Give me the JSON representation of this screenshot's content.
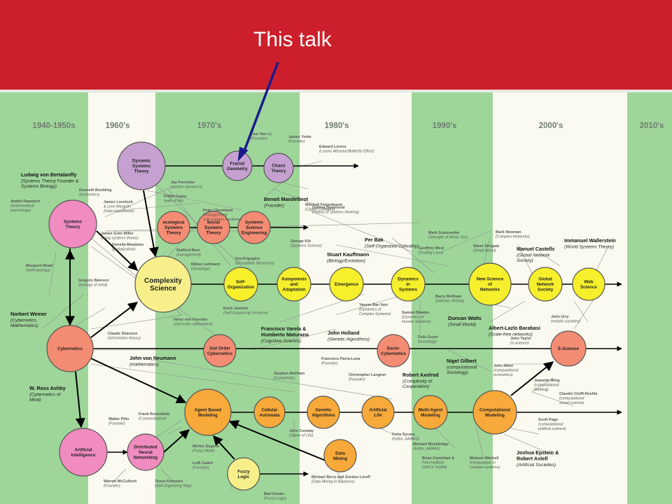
{
  "banner": {
    "title": "This talk",
    "color": "#cc1f2b"
  },
  "colors": {
    "band_green": "#9ed69a",
    "band_cream": "#fbfaf0",
    "arrow_blue": "#1a1a8c",
    "node_purple": "#c5a0d0",
    "node_pink": "#f08cc0",
    "node_salmon": "#f48c74",
    "node_yellow": "#f6ef2c",
    "node_orange": "#f7a93a",
    "node_pale_yellow": "#f7f08a",
    "era_text": "#6f7d6f"
  },
  "eras": [
    "1940-1950s",
    "1960's",
    "1970's",
    "1980's",
    "1990's",
    "2000's",
    "2010's"
  ],
  "nodes": [
    {
      "id": "dyn",
      "lines": [
        "Dynamic",
        "Systems",
        "Theory"
      ],
      "color": "node_purple"
    },
    {
      "id": "fractal",
      "lines": [
        "Fractal",
        "Geometry"
      ],
      "color": "node_purple"
    },
    {
      "id": "chaos",
      "lines": [
        "Chaos",
        "Theory"
      ],
      "color": "node_purple"
    },
    {
      "id": "systems",
      "lines": [
        "Systems",
        "Theory"
      ],
      "color": "node_pink"
    },
    {
      "id": "eco",
      "lines": [
        "ecological",
        "Systems",
        "Theory"
      ],
      "color": "node_salmon"
    },
    {
      "id": "social",
      "lines": [
        "Social",
        "Systems",
        "Theory"
      ],
      "color": "node_salmon"
    },
    {
      "id": "sse",
      "lines": [
        "Systems",
        "Science",
        "Engineering"
      ],
      "color": "node_salmon"
    },
    {
      "id": "complexity",
      "lines": [
        "Complexity",
        "Science"
      ],
      "color": "node_pale_yellow"
    },
    {
      "id": "selforg",
      "lines": [
        "Self-",
        "Organization"
      ],
      "color": "node_yellow"
    },
    {
      "id": "autopoiesis",
      "lines": [
        "Autopoiesis",
        "and",
        "Adaptation"
      ],
      "color": "node_yellow"
    },
    {
      "id": "emergence",
      "lines": [
        "Emergence"
      ],
      "color": "node_yellow"
    },
    {
      "id": "dynsys",
      "lines": [
        "Dynamics",
        "in",
        "Systems"
      ],
      "color": "node_yellow"
    },
    {
      "id": "netsci",
      "lines": [
        "New Science",
        "of",
        "Networks"
      ],
      "color": "node_yellow"
    },
    {
      "id": "globalnet",
      "lines": [
        "Global",
        "Network",
        "Society"
      ],
      "color": "node_yellow"
    },
    {
      "id": "web",
      "lines": [
        "Web",
        "Science"
      ],
      "color": "node_yellow"
    },
    {
      "id": "cyber",
      "lines": [
        "Cybernetics"
      ],
      "color": "node_salmon"
    },
    {
      "id": "cyber2",
      "lines": [
        "2nd Order",
        "Cybernetics"
      ],
      "color": "node_salmon"
    },
    {
      "id": "sociocyber",
      "lines": [
        "Socio-",
        "Cybernetics"
      ],
      "color": "node_salmon"
    },
    {
      "id": "escience",
      "lines": [
        "E-Science"
      ],
      "color": "node_salmon"
    },
    {
      "id": "abm",
      "lines": [
        "Agent Based",
        "Modeling"
      ],
      "color": "node_orange"
    },
    {
      "id": "ca",
      "lines": [
        "Cellular",
        "Automata"
      ],
      "color": "node_orange"
    },
    {
      "id": "ga",
      "lines": [
        "Genetic",
        "Algorithms"
      ],
      "color": "node_orange"
    },
    {
      "id": "al",
      "lines": [
        "Artificial",
        "Life"
      ],
      "color": "node_orange"
    },
    {
      "id": "mam",
      "lines": [
        "Multi-Agent",
        "Modeling"
      ],
      "color": "node_orange"
    },
    {
      "id": "cm",
      "lines": [
        "Computational",
        "Modeling"
      ],
      "color": "node_orange"
    },
    {
      "id": "ai",
      "lines": [
        "Artificial",
        "Intelligence"
      ],
      "color": "node_pink"
    },
    {
      "id": "dnn",
      "lines": [
        "Distributed",
        "Neural",
        "Networking"
      ],
      "color": "node_pink"
    },
    {
      "id": "fuzzy",
      "lines": [
        "Fuzzy",
        "Logic"
      ],
      "color": "node_pale_yellow"
    },
    {
      "id": "dm",
      "lines": [
        "Data",
        "Mining"
      ],
      "color": "node_orange"
    }
  ],
  "people": [
    {
      "id": "tyli",
      "name": "Tien Yien Li",
      "role": "(Founder)"
    },
    {
      "id": "yorke",
      "name": "James Yorke",
      "role": "(Founder)"
    },
    {
      "id": "lorenz",
      "name": "Edward Lorenz",
      "role": "(Lorenz Attractor/Butterfly Effect)"
    },
    {
      "id": "feig",
      "name": "Mitchell Feigenbaum",
      "role": "(Chaos Constant)"
    },
    {
      "id": "boulding",
      "name": "Kenneth Boulding",
      "role": "(economics)"
    },
    {
      "id": "lovelock",
      "name": "James Lovelock",
      "role": "& Lynn Margulin",
      "role2": "(Gaia Hypothesis)"
    },
    {
      "id": "forrester",
      "name": "Jay Forrester",
      "role": "(system dynamics)"
    },
    {
      "id": "capra",
      "name": "Fritjof Capra",
      "role": "(web of life)"
    },
    {
      "id": "checkland",
      "name": "Peter Checkland",
      "role": "(management/",
      "role2": "soft systems modeling)"
    },
    {
      "id": "rapoport",
      "name": "Anatol Rapoport",
      "role": "(mathematical",
      "role2": "psychology)"
    },
    {
      "id": "miller",
      "name": "James Grier Miller",
      "role": "(living systems theory)"
    },
    {
      "id": "meadows",
      "name": "Donella Meadows",
      "role": "(globalization)"
    },
    {
      "id": "beer",
      "name": "Stafford Beer",
      "role": "(management)"
    },
    {
      "id": "luhmann",
      "name": "Niklas Luhmann",
      "role": "(Sociology)"
    },
    {
      "id": "hammond",
      "name": "Debora Hammond",
      "role": "(history of systems thinking)"
    },
    {
      "id": "klir",
      "name": "George Klir",
      "role": "(Systems Science)"
    },
    {
      "id": "prigogine",
      "name": "Ilya Prigogine",
      "role": "(Dissipative Structures)"
    },
    {
      "id": "granovetter",
      "name": "Mark Granovetter",
      "role": "(Strength of Weak Ties)"
    },
    {
      "id": "newman",
      "name": "Mark Newman",
      "role": "(Complex Networks)"
    },
    {
      "id": "strogatz",
      "name": "Steve Strogatz",
      "role": "(Small World)"
    },
    {
      "id": "west",
      "name": "Geoffrey West",
      "role": "(Scaling Laws)"
    },
    {
      "id": "mead",
      "name": "Margaret Mead",
      "role": "(anthropology)"
    },
    {
      "id": "bateson",
      "name": "Gregory Bateson",
      "role": "(ecology of mind)"
    },
    {
      "id": "jantsch",
      "name": "Erich Jantsch",
      "role": "(Self-Organizing Universe)"
    },
    {
      "id": "baryam",
      "name": "Yaneer Bar-Yam",
      "role": "(Dynamics of",
      "role2": "Complex Systems)"
    },
    {
      "id": "bowles",
      "name": "Samuel Bowles",
      "role": "(Dynamics of",
      "role2": "Human Systems)"
    },
    {
      "id": "wellman",
      "name": "Barry Wellman",
      "role": "(Internet, INSNA)"
    },
    {
      "id": "urry",
      "name": "John Urry",
      "role": "(mobile societies)"
    },
    {
      "id": "shannon",
      "name": "Claude Shannon",
      "role": "(Information theory)"
    },
    {
      "id": "foerster",
      "name": "Heinz von Foerster",
      "role": "(2nd order cybernetics)"
    },
    {
      "id": "taylor",
      "name": "John Taylor",
      "role": "(e-science)"
    },
    {
      "id": "geyer",
      "name": "Felix Geyer",
      "role": "(Sociology)"
    },
    {
      "id": "parraluna",
      "name": "Francisco Parra-Luna",
      "role": "(Founder)"
    },
    {
      "id": "wolfram",
      "name": "Stephen Wolfram",
      "role": "(Complexity)"
    },
    {
      "id": "langton",
      "name": "Christopher Langton",
      "role": "(Founder)"
    },
    {
      "id": "jmiller",
      "name": "John Miller",
      "role": "(computational",
      "role2": "economics)"
    },
    {
      "id": "wing",
      "name": "Jeanette Wing",
      "role": "(computational",
      "role2": "thinking)"
    },
    {
      "id": "cioffi",
      "name": "Claudio Cioffi-Revilla",
      "role": "(computational",
      "role2": "social science)"
    },
    {
      "id": "pitts",
      "name": "Walter Pitts",
      "role": "(Founder)"
    },
    {
      "id": "rosenblatt",
      "name": "Frank Rosenblatt",
      "role": "(Connectionism)"
    },
    {
      "id": "conway",
      "name": "John Conway",
      "role": "(Game of Life)"
    },
    {
      "id": "sycara",
      "name": "Katia Sycara",
      "role": "(Editor, AAMAS)"
    },
    {
      "id": "page",
      "name": "Scott Page",
      "role": "(computational",
      "role2": "political science)"
    },
    {
      "id": "wooldridge",
      "name": "Michael Wooldridge",
      "role": "(Editor, AAMAS)"
    },
    {
      "id": "castellani",
      "name": "Brian Castellani &",
      "role": "Fred Hafferty",
      "role2": "(SACS Toolkit)"
    },
    {
      "id": "mitchell",
      "name": "Melanie Mitchell",
      "role": "(computation in",
      "role2": "complex systems)"
    },
    {
      "id": "sugeno",
      "name": "Michio Sugeno",
      "role": "(Fuzzy Math)"
    },
    {
      "id": "zadeh",
      "name": "Lotfi Zadeh",
      "role": "(Founder)"
    },
    {
      "id": "mcculloch",
      "name": "Warren McCulloch",
      "role": "(Founder)"
    },
    {
      "id": "kohonen",
      "name": "Teuvo Kohonen",
      "role": "(Self-Organizing Map)"
    },
    {
      "id": "berry",
      "name": "Michael Berry and Gordon Linoff",
      "role": "(Data Mining in Business)"
    },
    {
      "id": "kosko",
      "name": "Bart Kosko",
      "role": "(Fuzzy Logic)"
    }
  ],
  "bold_people": [
    {
      "id": "bertalanffy",
      "lines": [
        "Ludwig von Bertalanffy"
      ],
      "italic": [
        "(Systems Theory Founder &",
        "Systems Biology)"
      ]
    },
    {
      "id": "mandelbrot",
      "lines": [
        "Benoit Mandelbrot"
      ],
      "italic": [
        "(Founder)"
      ]
    },
    {
      "id": "bak",
      "lines": [
        "Per Bak"
      ],
      "italic": [
        "(Self-Organized Criticality)"
      ]
    },
    {
      "id": "kauffman",
      "lines": [
        "Stuart Kauffmann"
      ],
      "italic": [
        "(Biology/Evolution)"
      ]
    },
    {
      "id": "castells",
      "lines": [
        "Manuel Castells"
      ],
      "italic": [
        "(Global Network",
        "Society)"
      ]
    },
    {
      "id": "wallerstein",
      "lines": [
        "Immanuel Wallerstein"
      ],
      "italic": [
        "(World Systems Theory)"
      ]
    },
    {
      "id": "weiner",
      "lines": [
        "Norbert Weiner"
      ],
      "italic": [
        "(Cybernetics",
        "Mathematics)"
      ]
    },
    {
      "id": "varela",
      "lines": [
        "Francisco Varela &",
        "Humberto Maturana"
      ],
      "italic": [
        "(Cognitive Science)"
      ]
    },
    {
      "id": "holland",
      "lines": [
        "John Holland"
      ],
      "italic": [
        "(Genetic Algorithms)"
      ]
    },
    {
      "id": "watts",
      "lines": [
        "Duncan Watts"
      ],
      "italic": [
        "(Small World)"
      ]
    },
    {
      "id": "barabasi",
      "lines": [
        "Albert-Lazlo Barabasi"
      ],
      "italic": [
        "(Scale-free networks)"
      ]
    },
    {
      "id": "neumann",
      "lines": [
        "John von Neumann"
      ],
      "italic": [
        "(mathematics)"
      ]
    },
    {
      "id": "gilbert",
      "lines": [
        "Nigel Gilbert"
      ],
      "italic": [
        "(computational",
        "Sociology)"
      ]
    },
    {
      "id": "ashby",
      "lines": [
        "W. Ross Ashby"
      ],
      "italic": [
        "(Cybernetics of",
        "Mind)"
      ]
    },
    {
      "id": "axelrod",
      "lines": [
        "Robert Axelrod"
      ],
      "italic": [
        "(Complexity of",
        "Cooperation)"
      ]
    },
    {
      "id": "epstein",
      "lines": [
        "Joshua Epstein &",
        "Robert Axtell"
      ],
      "italic": [
        "(Artificial Societies)"
      ]
    }
  ]
}
